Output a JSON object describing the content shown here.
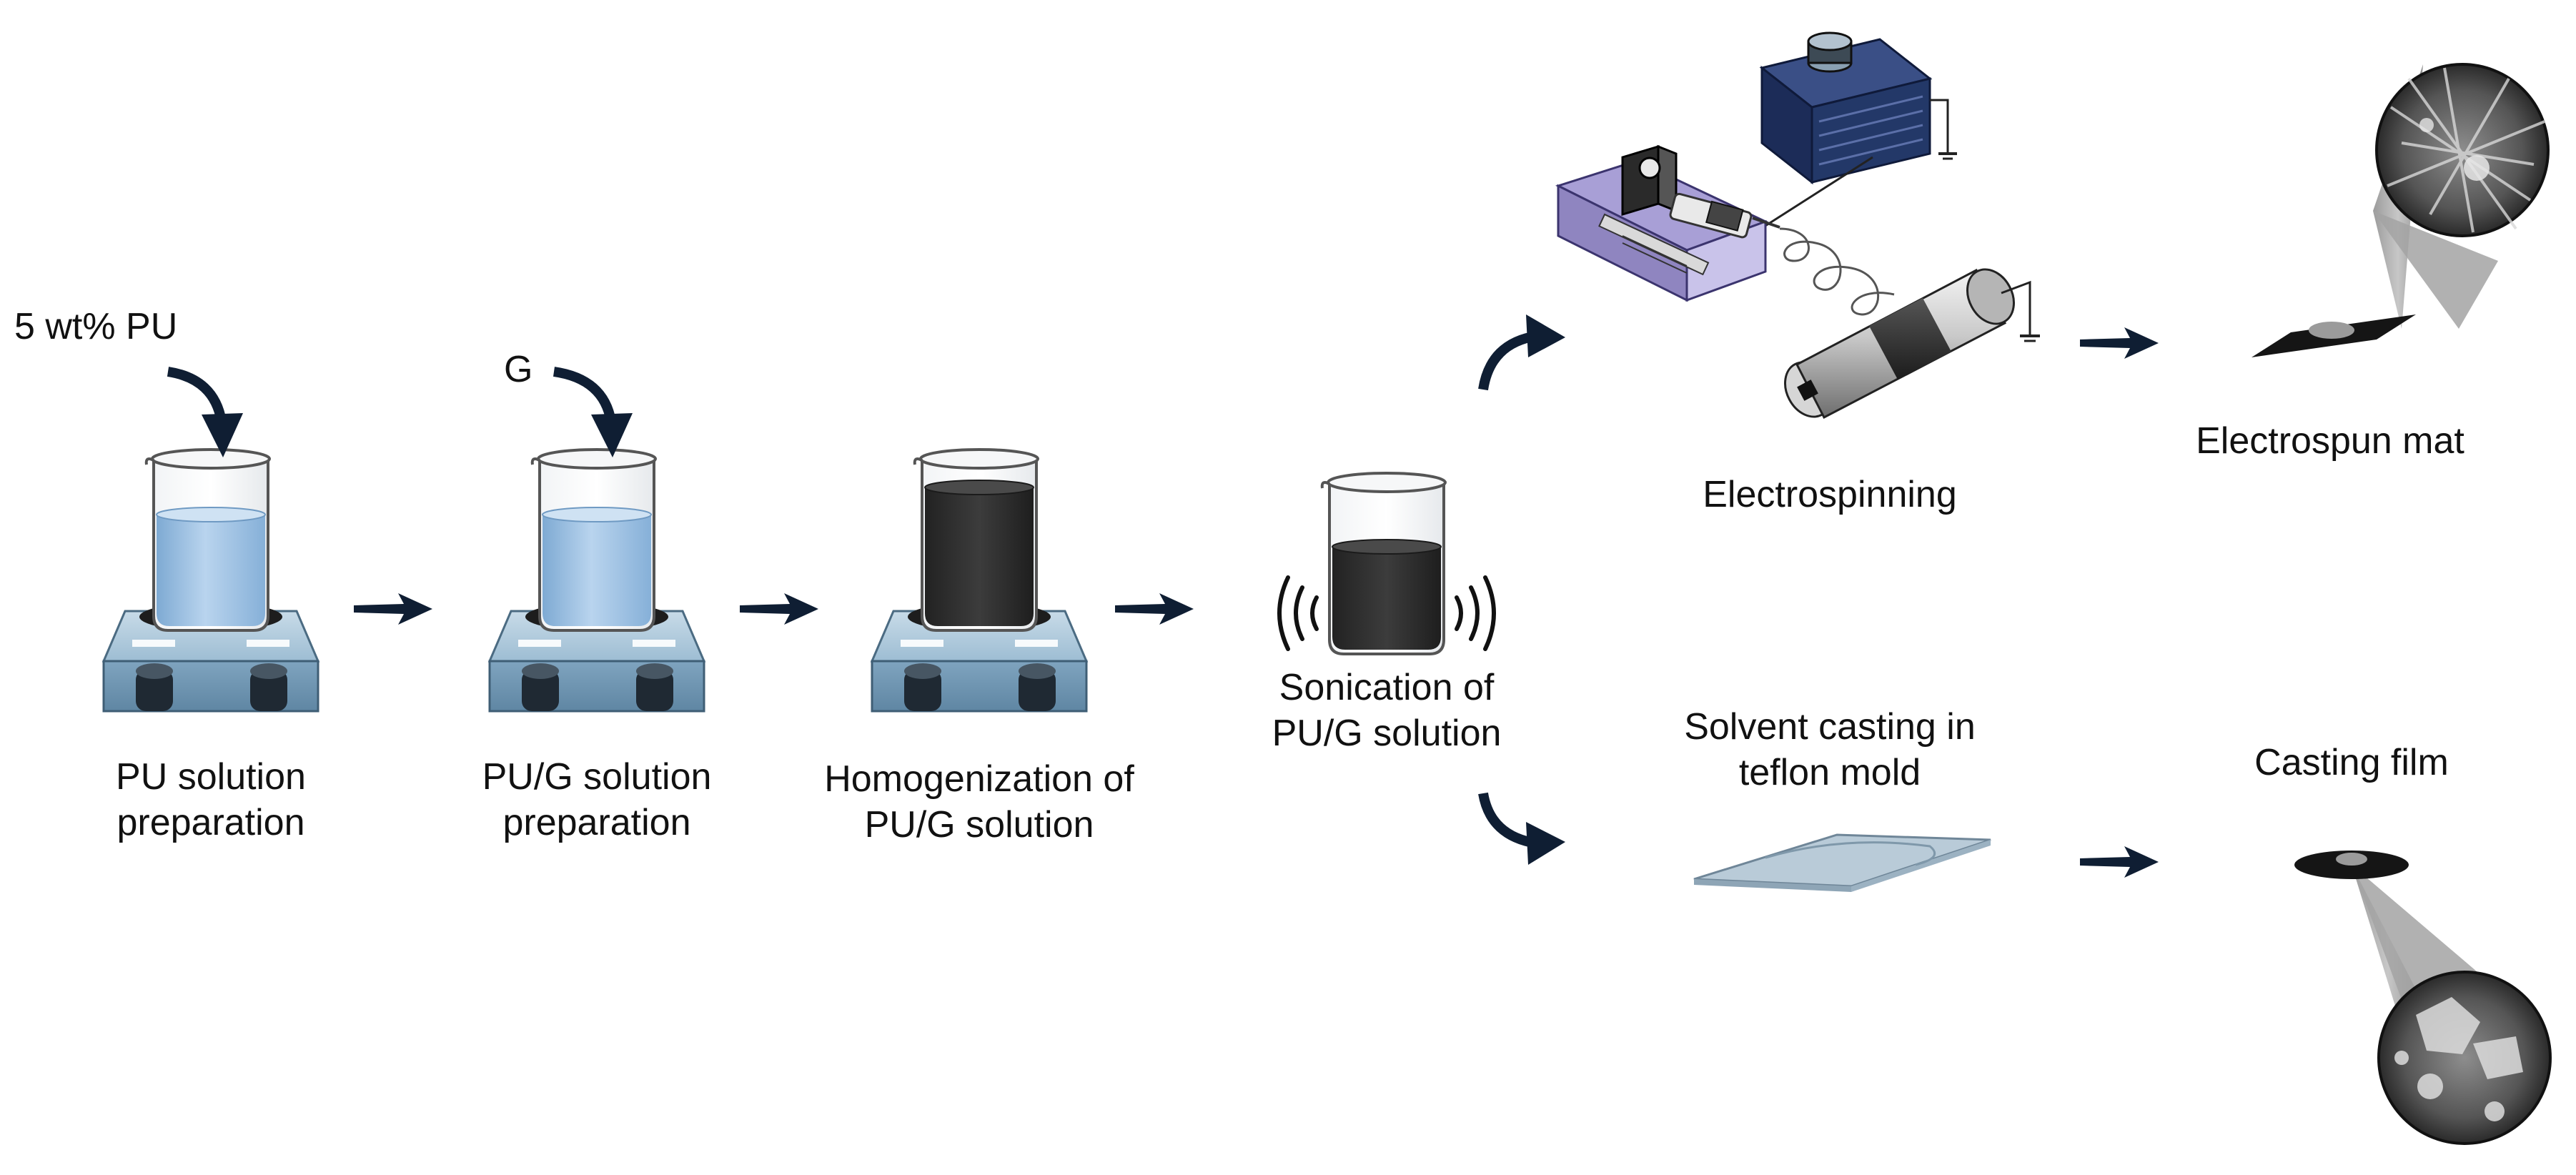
{
  "labels": {
    "pu_input": "5 wt% PU",
    "g_input": "G",
    "step1": {
      "line1": "PU solution",
      "line2": "preparation"
    },
    "step2": {
      "line1": "PU/G solution",
      "line2": "preparation"
    },
    "step3": {
      "line1": "Homogenization of",
      "line2": "PU/G solution"
    },
    "step4": {
      "line1": "Sonication of",
      "line2": "PU/G solution"
    },
    "electrospinning": "Electrospinning",
    "electrospun_mat": "Electrospun mat",
    "solvent_casting": {
      "line1": "Solvent casting in",
      "line2": "teflon mold"
    },
    "casting_film": "Casting film"
  },
  "colors": {
    "arrow": "#0f1e33",
    "liquid_clear": "#8fb8de",
    "liquid_dark": "#2b2b2b",
    "stirrer_body": "#8fb3cc",
    "pump_accent": "#8f85c0",
    "power_supply": "#233868",
    "mold": "#b9cbd8"
  }
}
